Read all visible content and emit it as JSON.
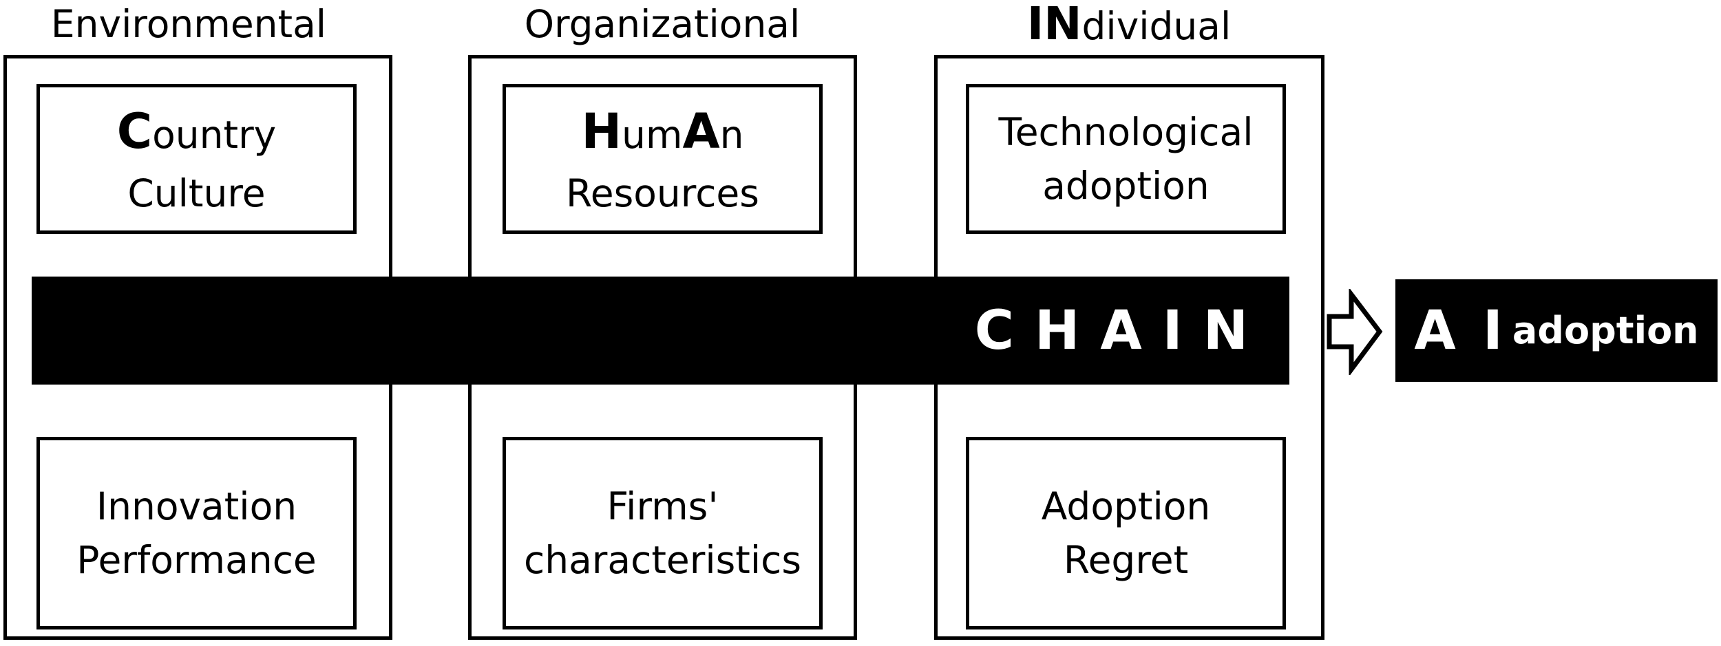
{
  "columns": {
    "environmental": {
      "heading": "Environmental",
      "top_box": {
        "initial": "C",
        "rest": "ountry",
        "line2": "Culture"
      },
      "bottom_box": {
        "line1": "Innovation",
        "line2": "Performance"
      }
    },
    "organizational": {
      "heading": "Organizational",
      "top_box": {
        "part1": "H",
        "part2": "um",
        "part3": "A",
        "part4": "n",
        "line2": "Resources"
      },
      "bottom_box": {
        "line1": "Firms'",
        "line2": "characteristics"
      }
    },
    "individual": {
      "heading_bold": "IN",
      "heading_rest": "dividual",
      "top_box": {
        "line1": "Technological",
        "line2": "adoption"
      },
      "bottom_box": {
        "line1": "Adoption",
        "line2": "Regret"
      }
    }
  },
  "chain": {
    "label": "CHAIN"
  },
  "arrow": {
    "icon": "right-arrow-icon"
  },
  "result": {
    "letters": "A I",
    "word": "adoption"
  }
}
